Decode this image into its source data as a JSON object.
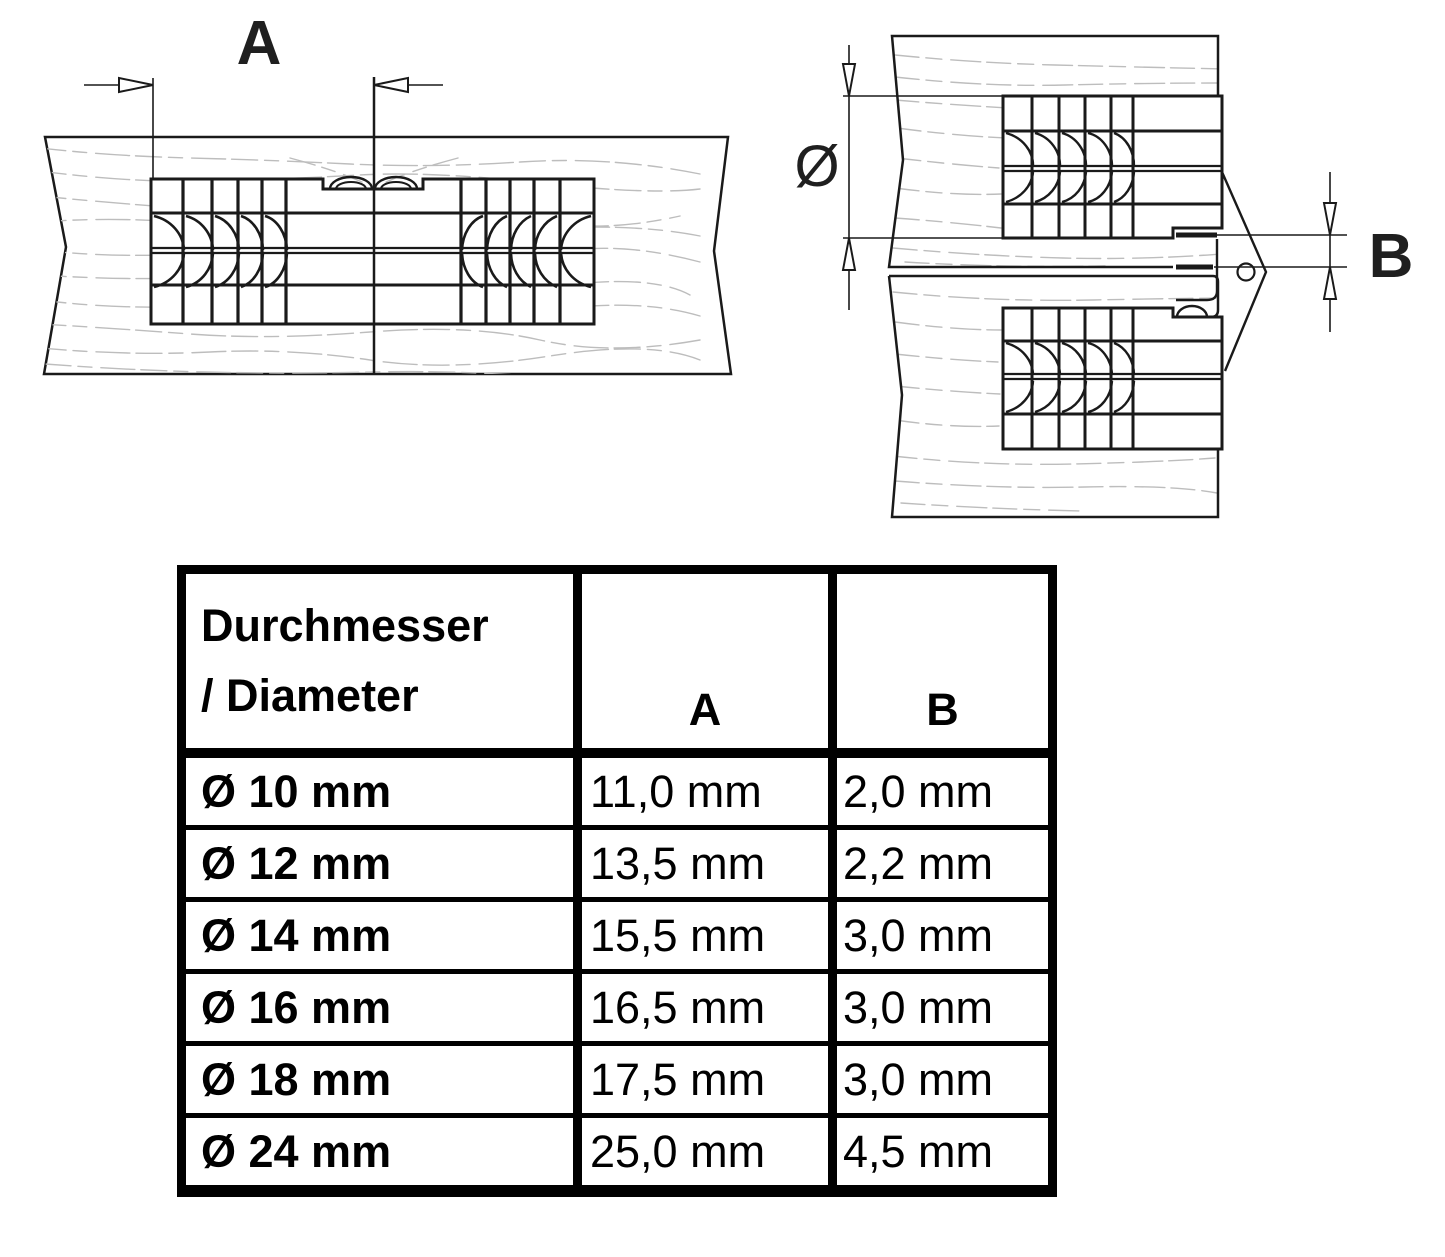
{
  "diagrams": {
    "left": {
      "dim_a_label": "A"
    },
    "right": {
      "diameter_label": "Ø",
      "dim_b_label": "B"
    }
  },
  "table": {
    "header": {
      "diameter_line1": "Durchmesser",
      "diameter_line2": "/ Diameter",
      "col_a": "A",
      "col_b": "B"
    },
    "rows": [
      {
        "diameter": "Ø 10 mm",
        "a": "11,0 mm",
        "b": "2,0 mm"
      },
      {
        "diameter": "Ø 12 mm",
        "a": "13,5 mm",
        "b": "2,2 mm"
      },
      {
        "diameter": "Ø 14 mm",
        "a": "15,5 mm",
        "b": "3,0 mm"
      },
      {
        "diameter": "Ø 16 mm",
        "a": "16,5 mm",
        "b": "3,0 mm"
      },
      {
        "diameter": "Ø 18 mm",
        "a": "17,5 mm",
        "b": "3,0 mm"
      },
      {
        "diameter": "Ø 24 mm",
        "a": "25,0 mm",
        "b": "4,5 mm"
      }
    ]
  },
  "colors": {
    "line": "#1a1a1a",
    "grain": "#bdbdbd",
    "background": "#ffffff",
    "text": "#000000"
  }
}
